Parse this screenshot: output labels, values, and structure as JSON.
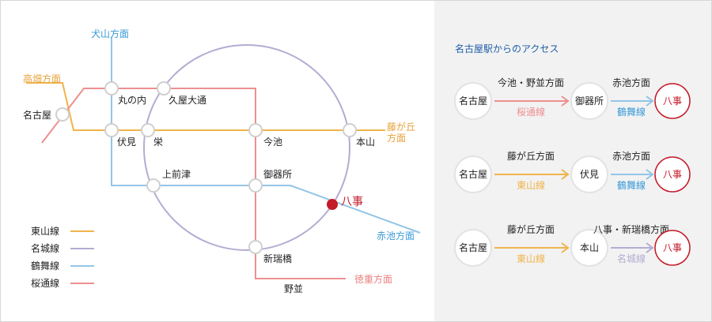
{
  "colors": {
    "higashiyama": "#f0b44c",
    "meijo": "#b4acd2",
    "tsurumai": "#93c5e6",
    "sakuradori": "#ee8f8f",
    "destination": "#c41a2a",
    "ramp_text_blue": "#3a9ad8"
  },
  "map": {
    "stations": {
      "nagoya": "名古屋",
      "marunouchi": "丸の内",
      "hisaya_odori": "久屋大通",
      "fushimi": "伏見",
      "sakae": "栄",
      "imaike": "今池",
      "motoyama": "本山",
      "kamimaezu": "上前津",
      "gokiso": "御器所",
      "yagoto": "八事",
      "aratamabashi": "新瑞橋",
      "nonami": "野並"
    },
    "directions": {
      "inuyama": "犬山方面",
      "takabata": "高畑方面",
      "fujigaoka_1": "藤が丘",
      "fujigaoka_2": "方面",
      "akaike": "赤池方面",
      "tokushige": "徳重方面"
    },
    "legend": [
      {
        "label": "東山線",
        "color": "#f0b44c"
      },
      {
        "label": "名城線",
        "color": "#b4acd2"
      },
      {
        "label": "鶴舞線",
        "color": "#93c5e6"
      },
      {
        "label": "桜通線",
        "color": "#ee8f8f"
      }
    ]
  },
  "panel": {
    "title": "名古屋駅からのアクセス",
    "routes": [
      {
        "from": "名古屋",
        "seg1_top": "今池・野並方面",
        "seg1_line": "桜通線",
        "seg1_color": "#ee8f8f",
        "via": "御器所",
        "seg2_top": "赤池方面",
        "seg2_line": "鶴舞線",
        "seg2_color": "#93c5e6",
        "to": "八事"
      },
      {
        "from": "名古屋",
        "seg1_top": "藤が丘方面",
        "seg1_line": "東山線",
        "seg1_color": "#f0b44c",
        "via": "伏見",
        "seg2_top": "赤池方面",
        "seg2_line": "鶴舞線",
        "seg2_color": "#93c5e6",
        "to": "八事"
      },
      {
        "from": "名古屋",
        "seg1_top": "藤が丘方面",
        "seg1_line": "東山線",
        "seg1_color": "#f0b44c",
        "via": "本山",
        "seg2_top": "八事・新瑞橋方面",
        "seg2_line": "名城線",
        "seg2_color": "#b4acd2",
        "to": "八事"
      }
    ]
  }
}
